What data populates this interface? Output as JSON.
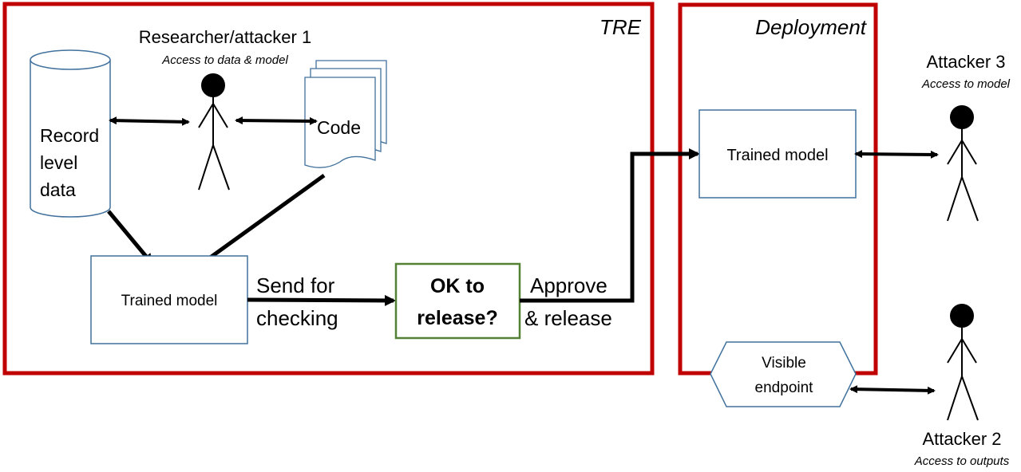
{
  "regions": {
    "tre_label": "TRE",
    "deployment_label": "Deployment"
  },
  "actors": {
    "researcher": {
      "name": "Researcher/attacker 1",
      "access": "Access to data & model"
    },
    "attacker3": {
      "name": "Attacker 3",
      "access": "Access to model"
    },
    "attacker2": {
      "name": "Attacker 2",
      "access": "Access to outputs"
    }
  },
  "nodes": {
    "database": [
      "Record",
      "level",
      "data"
    ],
    "code": "Code",
    "trained_model_tre": "Trained model",
    "checker": [
      "OK to",
      "release?"
    ],
    "trained_model_deploy": "Trained model",
    "endpoint": [
      "Visible",
      "endpoint"
    ]
  },
  "edges": {
    "send_for_checking": [
      "Send for",
      "checking"
    ],
    "approve_release": [
      "Approve",
      "& release"
    ]
  },
  "colors": {
    "region_border": "#c00000",
    "box_border": "#41719c",
    "check_border": "#548235",
    "line": "#000000"
  }
}
